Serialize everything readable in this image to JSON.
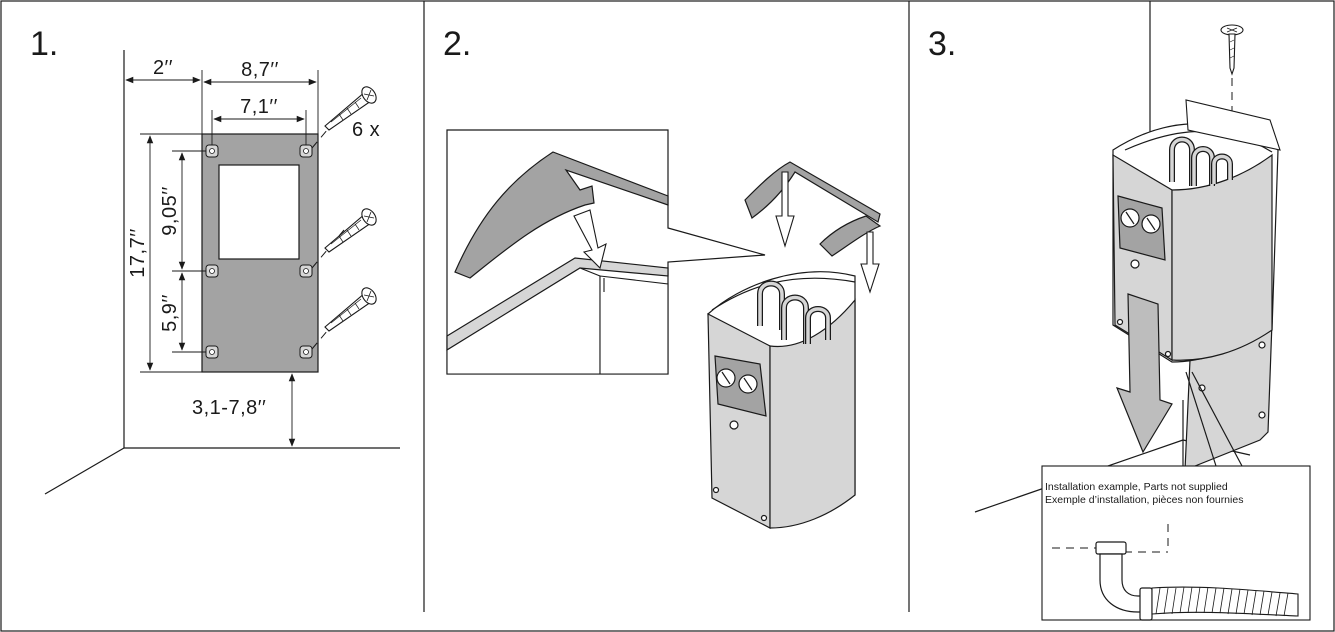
{
  "panels": [
    {
      "number": "1.",
      "dimensions": {
        "left_offset": "2′′",
        "plate_width": "8,7′′",
        "hole_spacing": "7,1′′",
        "plate_height": "17,7′′",
        "upper_spacing": "9,05′′",
        "lower_spacing": "5,9′′",
        "floor_gap": "3,1-7,8′′"
      },
      "screw_count": "6 x"
    },
    {
      "number": "2."
    },
    {
      "number": "3.",
      "inset_caption_en": "Installation example, Parts not supplied",
      "inset_caption_fr": "Exemple d’installation, pièces non fournies"
    }
  ],
  "colors": {
    "line": "#1a1a1a",
    "plate": "#a3a3a3",
    "panel": "#d6d6d6",
    "background": "#ffffff"
  },
  "icons": [
    "screw-icon",
    "arrow-down-icon",
    "knob-icon"
  ]
}
